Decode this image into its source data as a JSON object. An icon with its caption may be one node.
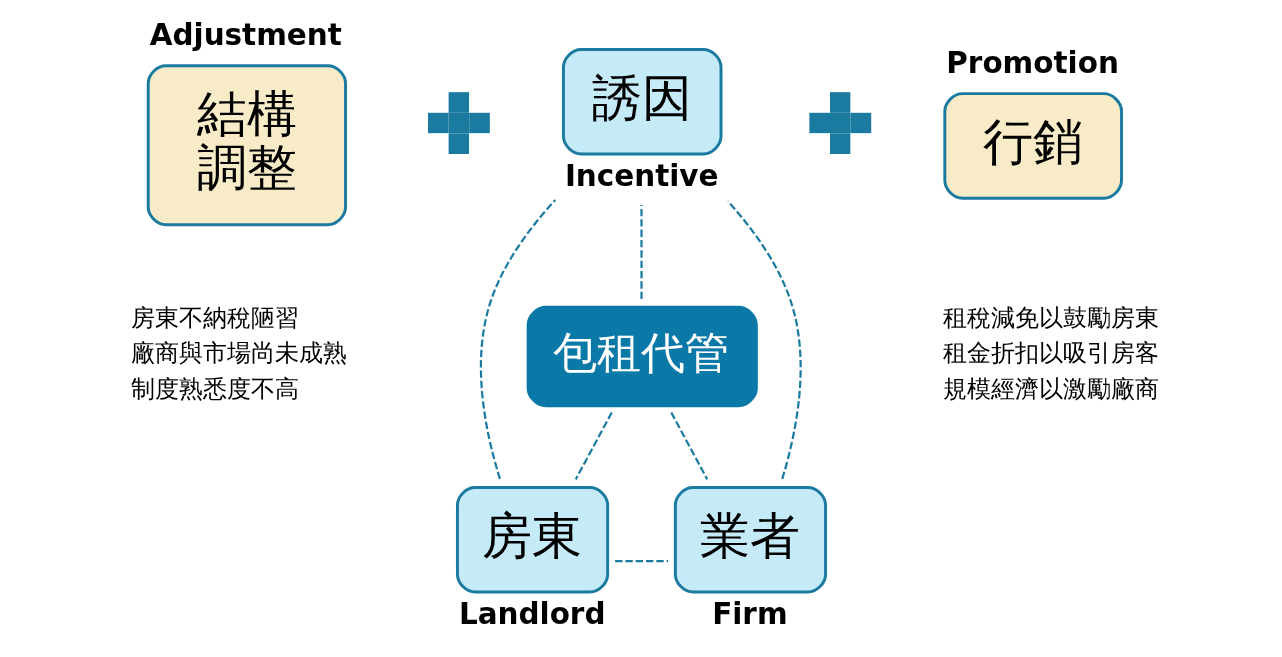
{
  "diagram": {
    "nodes": [
      {
        "text": [
          "誘因"
        ],
        "beside": [
          "Incentive"
        ]
      },
      {
        "text": [
          "結構調整"
        ],
        "beside": [
          "Adjustment"
        ]
      },
      {
        "text": [],
        "shape": "plus"
      },
      {
        "text": [],
        "shape": "plus"
      },
      {
        "text": [
          "行銷"
        ],
        "beside": [
          "Promotion"
        ]
      },
      {
        "text": [
          "包租代管"
        ]
      },
      {
        "text": [
          "房東"
        ],
        "beside": [
          "Landlord"
        ]
      },
      {
        "text": [
          "業者"
        ],
        "beside": [
          "Firm"
        ]
      }
    ],
    "edges": [
      {
        "from": 5,
        "to": 0,
        "arrow": "none",
        "style": "dashed"
      },
      {
        "from": 6,
        "to": 0,
        "arrow": "none",
        "style": "dashed"
      },
      {
        "from": 7,
        "to": 0,
        "arrow": "none",
        "style": "dashed"
      },
      {
        "from": 5,
        "to": 6,
        "arrow": "none",
        "style": "dashed"
      },
      {
        "from": 5,
        "to": 7,
        "arrow": "none",
        "style": "dashed"
      },
      {
        "from": 6,
        "to": 7,
        "arrow": "none",
        "style": "dashed"
      }
    ],
    "labels": [
      "房東不納稅陋習",
      "廠商與市場尚未成熟",
      "制度熟悉度不高",
      "租稅減免以鼓勵房東",
      "租金折扣以吸引房客",
      "規模經濟以激勵廠商"
    ]
  }
}
